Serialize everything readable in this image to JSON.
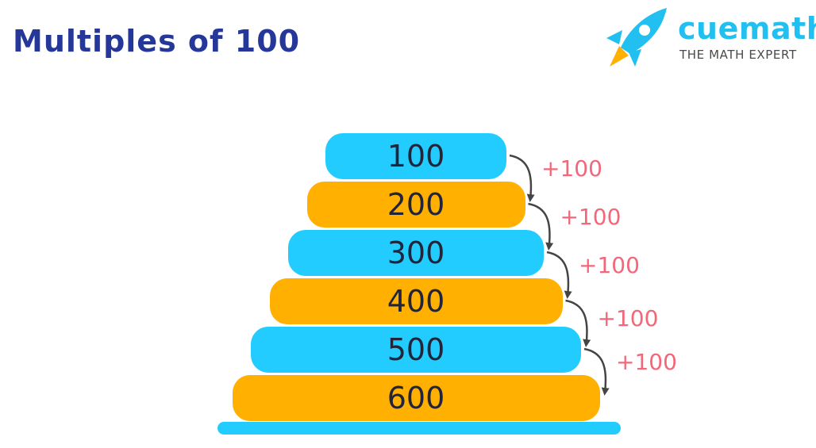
{
  "title": "Multiples of 100",
  "logo": {
    "name": "cuemath",
    "tagline": "THE MATH EXPERT",
    "icon": "rocket-icon",
    "colors": {
      "rocket_body": "#21c0f0",
      "rocket_flame": "#ffb000"
    }
  },
  "steps": [
    {
      "value": "100",
      "color": "blue"
    },
    {
      "value": "200",
      "color": "orange"
    },
    {
      "value": "300",
      "color": "blue"
    },
    {
      "value": "400",
      "color": "orange"
    },
    {
      "value": "500",
      "color": "blue"
    },
    {
      "value": "600",
      "color": "orange"
    }
  ],
  "increments": [
    "+100",
    "+100",
    "+100",
    "+100",
    "+100"
  ],
  "colors": {
    "blue": "#22ccff",
    "orange": "#ffb000",
    "title": "#25389a",
    "increment": "#f2687a",
    "arrow": "#444444"
  }
}
